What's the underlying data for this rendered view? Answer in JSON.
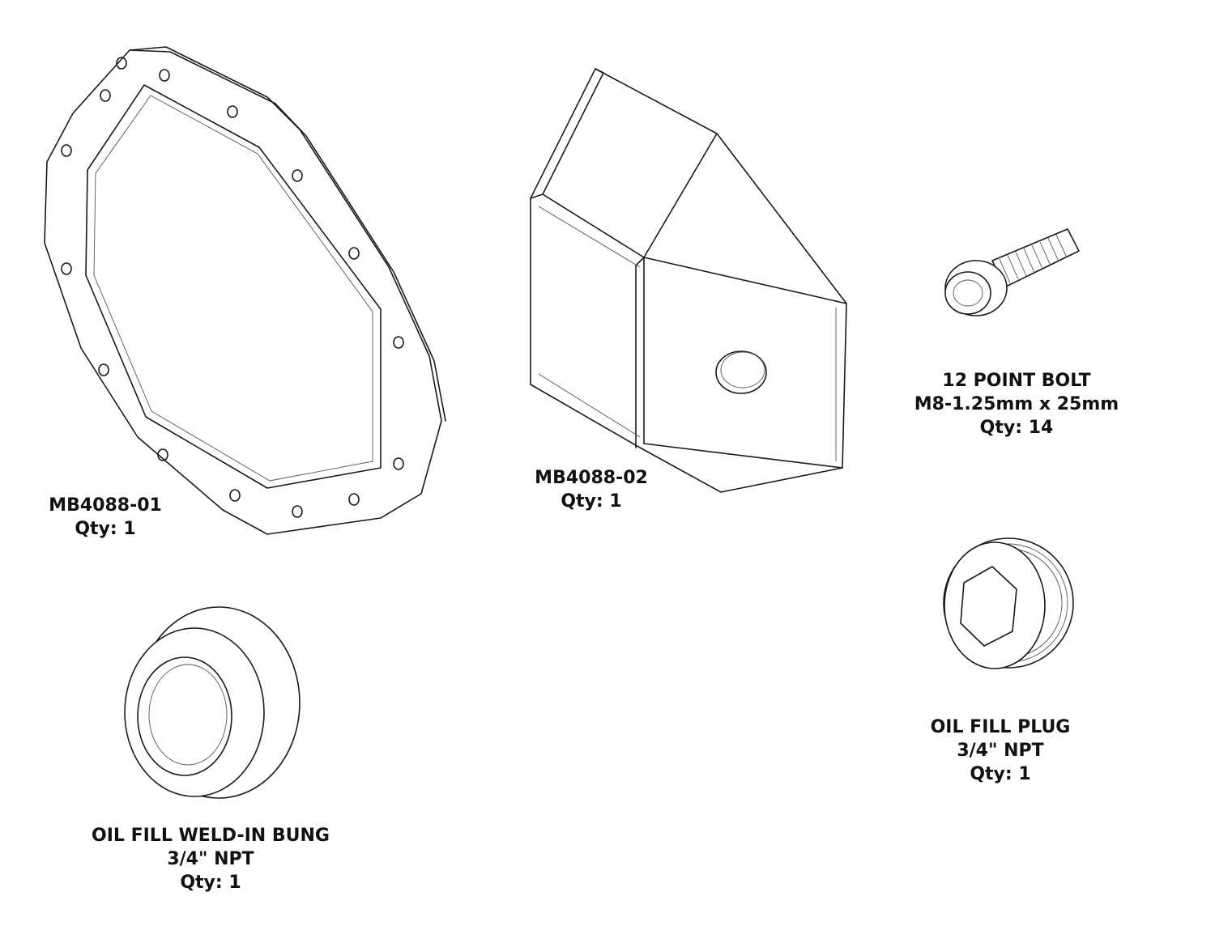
{
  "parts": {
    "cover": {
      "name": "MB4088-01",
      "qty": "Qty: 1",
      "icon": "differential-cover-icon"
    },
    "skid": {
      "name": "MB4088-02",
      "qty": "Qty: 1",
      "icon": "skid-plate-icon"
    },
    "bolt": {
      "name": "12 POINT BOLT",
      "spec": "M8-1.25mm x 25mm",
      "qty": "Qty: 14",
      "icon": "bolt-icon"
    },
    "plug": {
      "name": "OIL FILL PLUG",
      "spec": "3/4\" NPT",
      "qty": "Qty: 1",
      "icon": "oil-fill-plug-icon"
    },
    "bung": {
      "name": "OIL FILL WELD-IN BUNG",
      "spec": "3/4\" NPT",
      "qty": "Qty: 1",
      "icon": "weld-in-bung-icon"
    }
  },
  "colors": {
    "line": "#1a1a1a",
    "background": "#ffffff"
  }
}
